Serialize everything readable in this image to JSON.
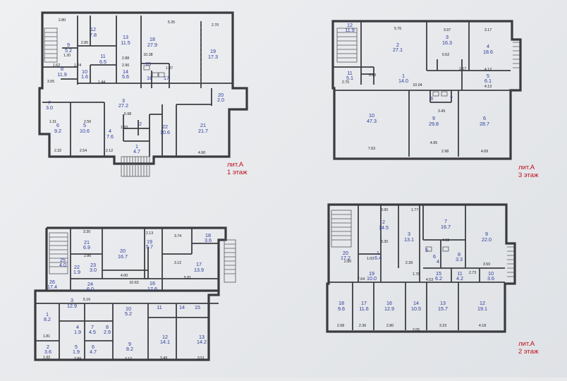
{
  "floors": [
    {
      "litera": "лит.А",
      "floor": "1 этаж"
    },
    {
      "litera": "лит.А",
      "floor": "3 этаж"
    },
    {
      "litera": "лит.А",
      "floor": "2 этаж"
    }
  ]
}
